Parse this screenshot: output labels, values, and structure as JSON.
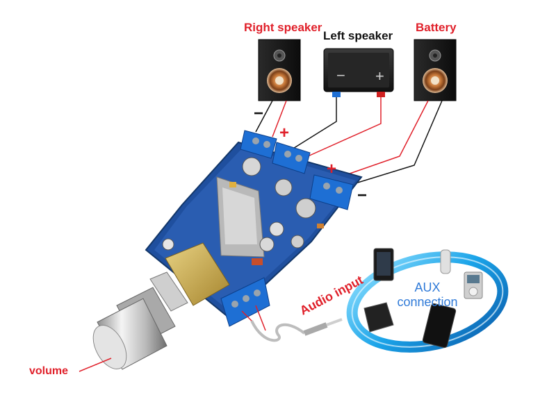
{
  "labels": {
    "right_speaker": "Right speaker",
    "left_speaker": "Left speaker",
    "battery": "Battery",
    "volume": "volume",
    "audio_input": "Audio input",
    "aux_line1": "AUX",
    "aux_line2": "connection"
  },
  "signs": {
    "plus": "+",
    "minus": "−"
  },
  "colors": {
    "label_red": "#e0202a",
    "board_blue": "#1f4f9e",
    "terminal_blue": "#1e6fd4",
    "ring_blue": "#1aa3e8",
    "aux_text": "#2f7ad8",
    "wire_black": "#111111",
    "wire_red": "#e0202a"
  }
}
